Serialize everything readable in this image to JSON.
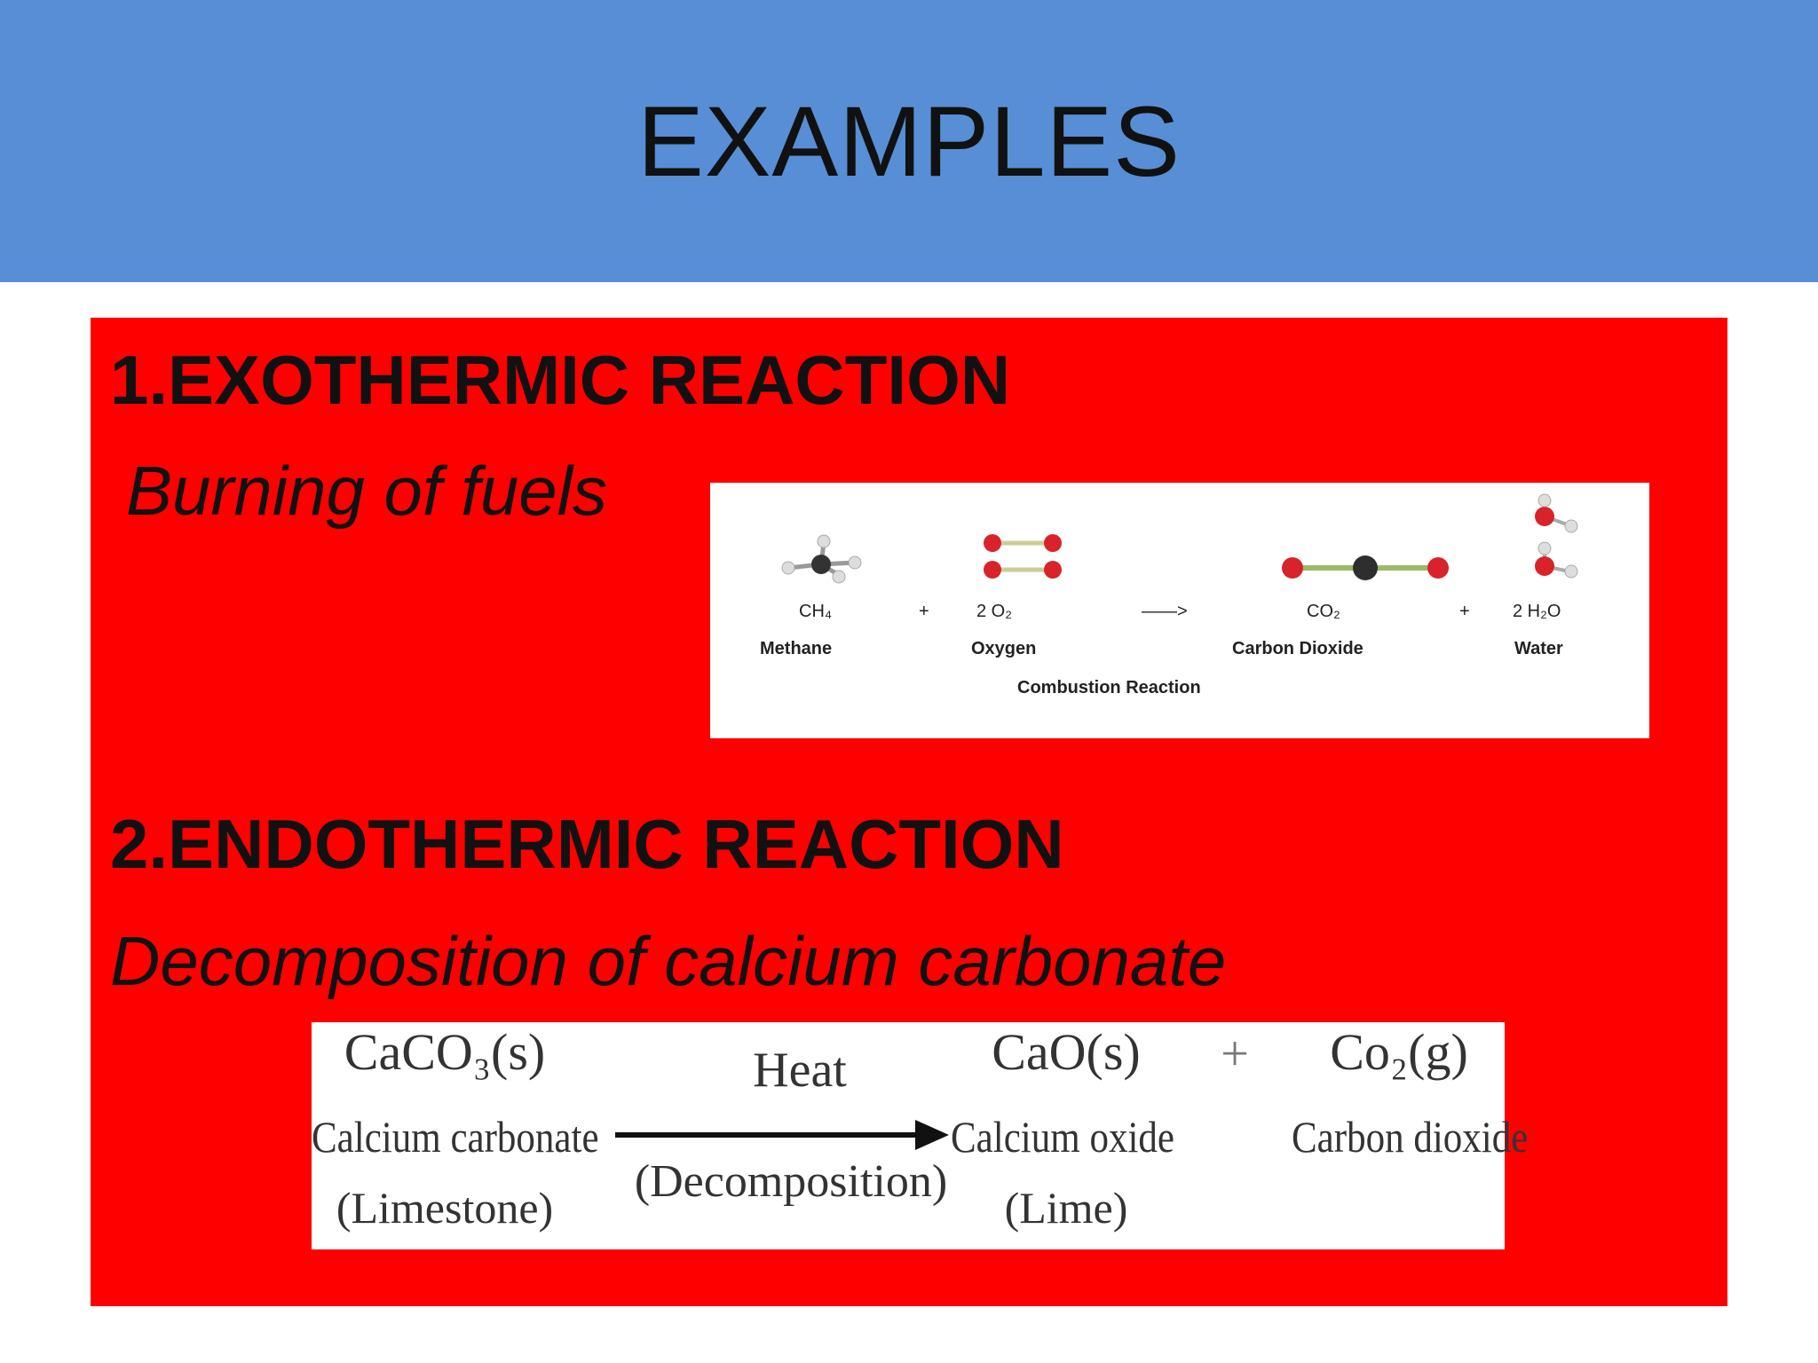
{
  "slide": {
    "title": "EXAMPLES",
    "colors": {
      "header": "#578ed6",
      "box": "#ff0000",
      "panel": "#ffffff"
    }
  },
  "section1": {
    "heading": "1.EXOTHERMIC REACTION",
    "subtitle": "Burning of fuels",
    "diagram": {
      "formulas": [
        "CH₄",
        "+",
        "2 O₂",
        "——>",
        "CO₂",
        "+",
        "2 H₂O"
      ],
      "names": [
        "Methane",
        "Oxygen",
        "Carbon Dioxide",
        "Water"
      ],
      "caption": "Combustion Reaction"
    }
  },
  "section2": {
    "heading": "2.ENDOTHERMIC REACTION",
    "subtitle": "Decomposition of calcium carbonate",
    "equation": {
      "reactant_formula": "CaCO₃(s)",
      "reactant_name": "Calcium carbonate",
      "reactant_common": "(Limestone)",
      "condition_top": "Heat",
      "condition_bottom": "(Decomposition)",
      "product1_formula": "CaO(s)",
      "product1_name": "Calcium oxide",
      "product1_common": "(Lime)",
      "plus": "+",
      "product2_formula": "Co₂(g)",
      "product2_name": "Carbon dioxide"
    }
  }
}
